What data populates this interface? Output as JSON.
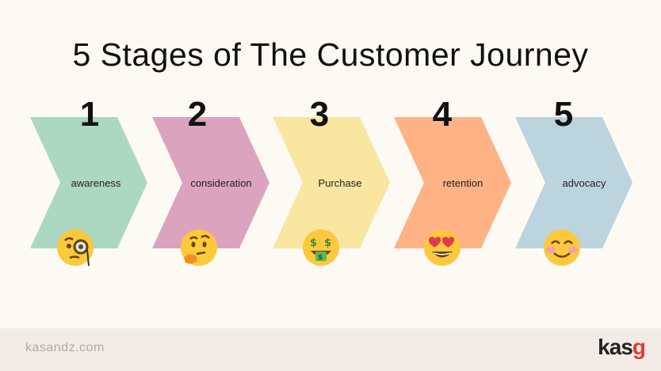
{
  "title": "5 Stages of The Customer Journey",
  "stages": [
    {
      "number": "1",
      "label": "awareness",
      "color": "#acd8c2",
      "emoji": "monocle-face-icon"
    },
    {
      "number": "2",
      "label": "consideration",
      "color": "#dca3bf",
      "emoji": "thinking-face-icon"
    },
    {
      "number": "3",
      "label": "Purchase",
      "color": "#f8e6a1",
      "emoji": "money-mouth-face-icon"
    },
    {
      "number": "4",
      "label": "retention",
      "color": "#ffb286",
      "emoji": "heart-eyes-face-icon"
    },
    {
      "number": "5",
      "label": "advocacy",
      "color": "#bbd4dd",
      "emoji": "smiling-face-icon"
    }
  ],
  "footer": {
    "site": "kasandz.com",
    "logo_part1": "kas",
    "logo_part2": "g"
  }
}
